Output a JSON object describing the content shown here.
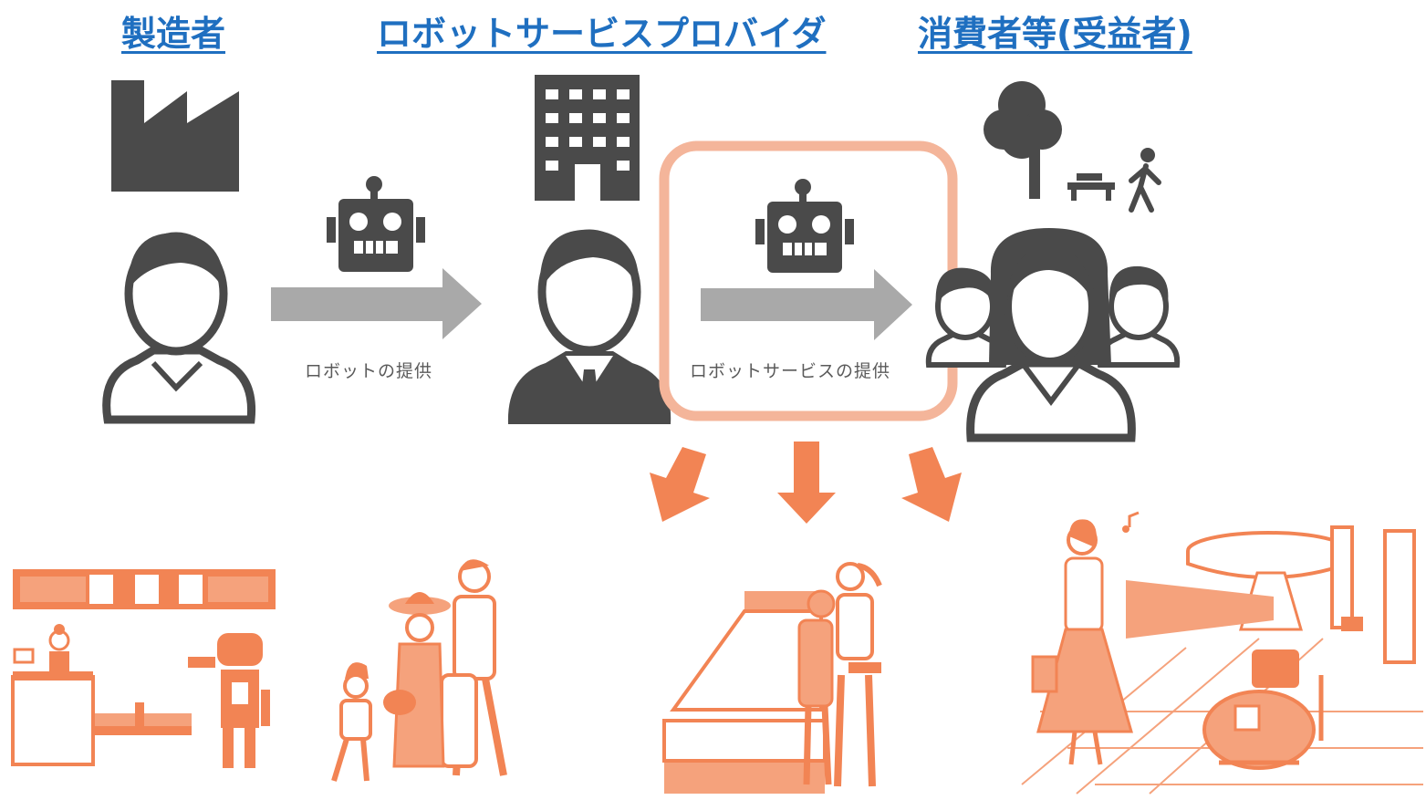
{
  "headings": {
    "manufacturer": "製造者",
    "provider": "ロボットサービスプロバイダ",
    "consumer": "消費者等(受益者)"
  },
  "arrows": {
    "robot_supply": "ロボットの提供",
    "service_supply": "ロボットサービスの提供"
  },
  "colors": {
    "heading_blue": "#1f6fc0",
    "icon_gray": "#4a4a4a",
    "arrow_gray": "#a9a9a9",
    "highlight": "#f4b59a",
    "accent_orange": "#f28454"
  }
}
